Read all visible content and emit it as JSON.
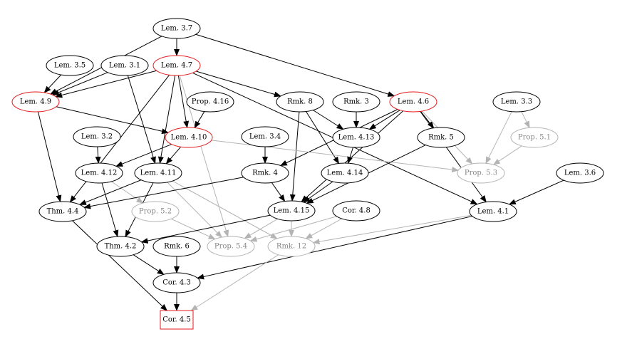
{
  "colors": {
    "default": "#000000",
    "highlight": "#e41a1c",
    "muted": "#b4b4b4",
    "background": "#ffffff"
  },
  "nodes": [
    {
      "id": "L37",
      "label": "Lem. 3.7"
    },
    {
      "id": "L35",
      "label": "Lem. 3.5"
    },
    {
      "id": "L31",
      "label": "Lem. 3.1"
    },
    {
      "id": "L47",
      "label": "Lem. 4.7",
      "style": "highlight"
    },
    {
      "id": "L49",
      "label": "Lem. 4.9",
      "style": "highlight"
    },
    {
      "id": "P416",
      "label": "Prop. 4.16"
    },
    {
      "id": "R8",
      "label": "Rmk. 8"
    },
    {
      "id": "R3",
      "label": "Rmk. 3"
    },
    {
      "id": "L46",
      "label": "Lem. 4.6",
      "style": "highlight"
    },
    {
      "id": "L33",
      "label": "Lem. 3.3"
    },
    {
      "id": "L32",
      "label": "Lem. 3.2"
    },
    {
      "id": "L410",
      "label": "Lem. 4.10",
      "style": "highlight"
    },
    {
      "id": "L34",
      "label": "Lem. 3.4"
    },
    {
      "id": "L413",
      "label": "Lem. 4.13"
    },
    {
      "id": "R5",
      "label": "Rmk. 5"
    },
    {
      "id": "P51",
      "label": "Prop. 5.1",
      "style": "muted"
    },
    {
      "id": "L412",
      "label": "Lem. 4.12"
    },
    {
      "id": "L411",
      "label": "Lem. 4.11"
    },
    {
      "id": "R4",
      "label": "Rmk. 4"
    },
    {
      "id": "L414",
      "label": "Lem. 4.14"
    },
    {
      "id": "P53",
      "label": "Prop. 5.3",
      "style": "muted"
    },
    {
      "id": "L36",
      "label": "Lem. 3.6"
    },
    {
      "id": "T44",
      "label": "Thm. 4.4"
    },
    {
      "id": "P52",
      "label": "Prop. 5.2",
      "style": "muted"
    },
    {
      "id": "L415",
      "label": "Lem. 4.15"
    },
    {
      "id": "C48",
      "label": "Cor. 4.8"
    },
    {
      "id": "L41",
      "label": "Lem. 4.1"
    },
    {
      "id": "T42",
      "label": "Thm. 4.2"
    },
    {
      "id": "R6",
      "label": "Rmk. 6"
    },
    {
      "id": "P54",
      "label": "Prop. 5.4",
      "style": "muted"
    },
    {
      "id": "R12",
      "label": "Rmk. 12",
      "style": "muted"
    },
    {
      "id": "C43",
      "label": "Cor. 4.3"
    },
    {
      "id": "C45",
      "label": "Cor. 4.5",
      "style": "highlight",
      "shape": "box"
    }
  ],
  "edges": [
    {
      "from": "L37",
      "to": "L47"
    },
    {
      "from": "L37",
      "to": "L49"
    },
    {
      "from": "L37",
      "to": "L46"
    },
    {
      "from": "L35",
      "to": "L49"
    },
    {
      "from": "L31",
      "to": "L49"
    },
    {
      "from": "L31",
      "to": "L411"
    },
    {
      "from": "L47",
      "to": "L49"
    },
    {
      "from": "L47",
      "to": "R8"
    },
    {
      "from": "L47",
      "to": "L410"
    },
    {
      "from": "L47",
      "to": "L411"
    },
    {
      "from": "L47",
      "to": "T44"
    },
    {
      "from": "L47",
      "to": "L41"
    },
    {
      "from": "L47",
      "to": "P54",
      "style": "muted"
    },
    {
      "from": "L49",
      "to": "L410"
    },
    {
      "from": "L49",
      "to": "T44"
    },
    {
      "from": "P416",
      "to": "L410"
    },
    {
      "from": "R8",
      "to": "L413"
    },
    {
      "from": "R8",
      "to": "L414"
    },
    {
      "from": "R8",
      "to": "L415"
    },
    {
      "from": "R3",
      "to": "L413"
    },
    {
      "from": "L46",
      "to": "L413"
    },
    {
      "from": "L46",
      "to": "R5"
    },
    {
      "from": "L46",
      "to": "R4"
    },
    {
      "from": "L46",
      "to": "L415"
    },
    {
      "from": "L46",
      "to": "L41"
    },
    {
      "from": "L46",
      "to": "P53",
      "style": "muted"
    },
    {
      "from": "L33",
      "to": "P51",
      "style": "muted"
    },
    {
      "from": "L33",
      "to": "P53",
      "style": "muted"
    },
    {
      "from": "P51",
      "to": "P53",
      "style": "muted"
    },
    {
      "from": "L32",
      "to": "L412"
    },
    {
      "from": "L410",
      "to": "L412"
    },
    {
      "from": "L410",
      "to": "L411"
    },
    {
      "from": "L410",
      "to": "P53",
      "style": "muted"
    },
    {
      "from": "L34",
      "to": "R4"
    },
    {
      "from": "L413",
      "to": "L414"
    },
    {
      "from": "R5",
      "to": "L415"
    },
    {
      "from": "L412",
      "to": "T42"
    },
    {
      "from": "L412",
      "to": "P52",
      "style": "muted"
    },
    {
      "from": "L411",
      "to": "T44"
    },
    {
      "from": "L411",
      "to": "T42"
    },
    {
      "from": "L411",
      "to": "P54",
      "style": "muted"
    },
    {
      "from": "L411",
      "to": "R12",
      "style": "muted"
    },
    {
      "from": "R4",
      "to": "T44"
    },
    {
      "from": "R4",
      "to": "L415"
    },
    {
      "from": "L414",
      "to": "L415"
    },
    {
      "from": "L36",
      "to": "L41"
    },
    {
      "from": "T44",
      "to": "C45"
    },
    {
      "from": "P52",
      "to": "P54",
      "style": "muted"
    },
    {
      "from": "L415",
      "to": "T42"
    },
    {
      "from": "L415",
      "to": "P54",
      "style": "muted"
    },
    {
      "from": "L415",
      "to": "R12",
      "style": "muted"
    },
    {
      "from": "C48",
      "to": "P54",
      "style": "muted"
    },
    {
      "from": "C48",
      "to": "R12",
      "style": "muted"
    },
    {
      "from": "L41",
      "to": "C43"
    },
    {
      "from": "L41",
      "to": "R12",
      "style": "muted"
    },
    {
      "from": "T42",
      "to": "C43"
    },
    {
      "from": "R6",
      "to": "C43"
    },
    {
      "from": "C43",
      "to": "C45"
    },
    {
      "from": "R12",
      "to": "C45",
      "style": "muted"
    }
  ]
}
